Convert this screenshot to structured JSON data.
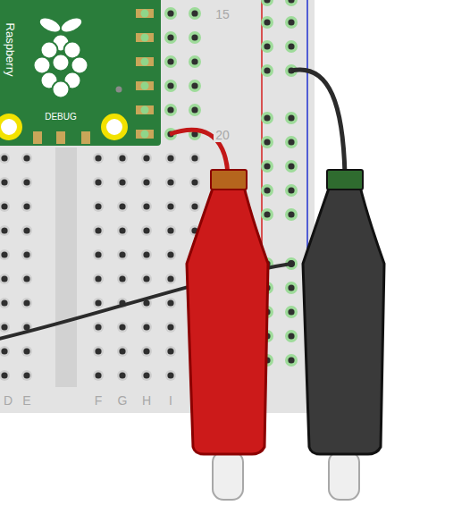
{
  "diagram": {
    "labels": [
      "15",
      "20",
      "DEBUG",
      "Raspberry",
      "D",
      "E",
      "F",
      "G",
      "H",
      "I"
    ]
  }
}
